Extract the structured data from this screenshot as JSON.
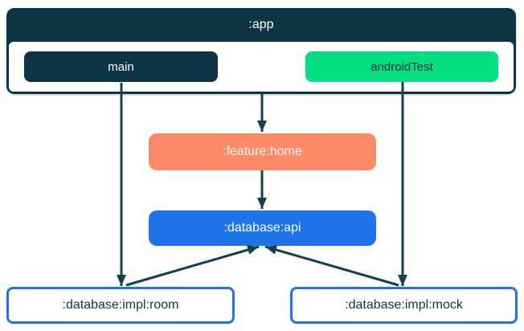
{
  "diagram": {
    "type": "module-dependency-graph",
    "arrow_color": "#12404F",
    "nodes": {
      "app": {
        "label": ":app",
        "fill": "#0D3445",
        "text_color": "#FFFFFF"
      },
      "main_source_set": {
        "label": "main",
        "fill": "#0D3445",
        "text_color": "#FFFFFF"
      },
      "android_test_source_set": {
        "label": "androidTest",
        "fill": "#05DE81",
        "text_color": "#0D3445"
      },
      "feature_home": {
        "label": ":feature:home",
        "fill": "#FD8A64",
        "text_color": "#FFFFFF"
      },
      "database_api": {
        "label": ":database:api",
        "fill": "#1E74E8",
        "text_color": "#FFFFFF"
      },
      "database_impl_room": {
        "label": ":database:impl:room",
        "fill": "#FFFFFF",
        "border_color": "#1E74E8",
        "text_color": "#0D3445"
      },
      "database_impl_mock": {
        "label": ":database:impl:mock",
        "fill": "#FFFFFF",
        "border_color": "#1E74E8",
        "text_color": "#0D3445"
      }
    },
    "edges": [
      {
        "from": "main",
        "to": ":database:impl:room"
      },
      {
        "from": ":app",
        "to": ":feature:home"
      },
      {
        "from": ":feature:home",
        "to": ":database:api"
      },
      {
        "from": "androidTest",
        "to": ":database:impl:mock"
      },
      {
        "from": ":database:impl:room",
        "to": ":database:api"
      },
      {
        "from": ":database:impl:mock",
        "to": ":database:api"
      }
    ]
  }
}
